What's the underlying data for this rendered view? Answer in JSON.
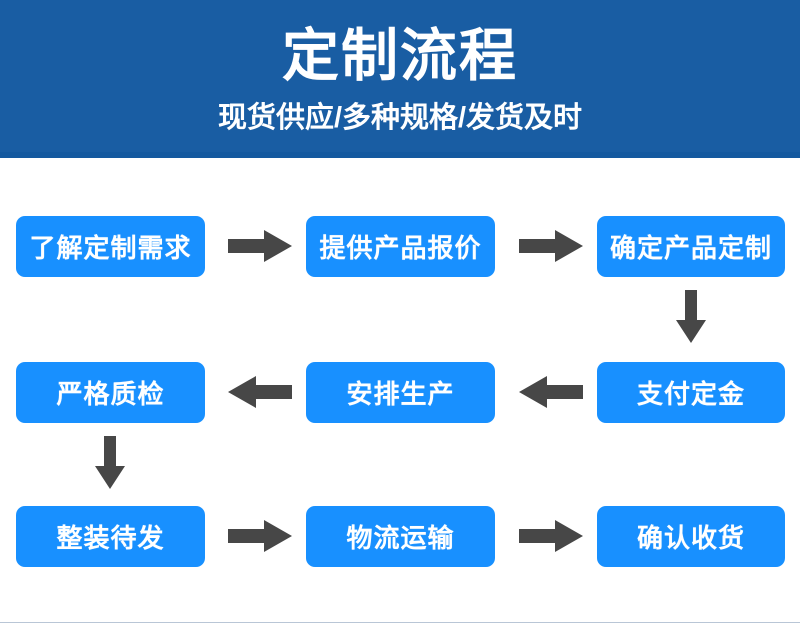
{
  "banner": {
    "title": "定制流程",
    "subtitle": "现货供应/多种规格/发货及时",
    "background_color": "#195da3",
    "text_color": "#ffffff"
  },
  "flow": {
    "node_color": "#1890ff",
    "node_text_color": "#ffffff",
    "arrow_color": "#474747",
    "rows": [
      {
        "direction": "right",
        "nodes": [
          {
            "label": "了解定制需求"
          },
          {
            "label": "提供产品报价"
          },
          {
            "label": "确定产品定制"
          }
        ],
        "connectors": [
          {
            "icon": "arrow-right-icon"
          },
          {
            "icon": "arrow-right-icon"
          }
        ]
      },
      {
        "direction": "left",
        "nodes": [
          {
            "label": "严格质检"
          },
          {
            "label": "安排生产"
          },
          {
            "label": "支付定金"
          }
        ],
        "connectors": [
          {
            "icon": "arrow-left-icon"
          },
          {
            "icon": "arrow-left-icon"
          }
        ]
      },
      {
        "direction": "right",
        "nodes": [
          {
            "label": "整装待发"
          },
          {
            "label": "物流运输"
          },
          {
            "label": "确认收货"
          }
        ],
        "connectors": [
          {
            "icon": "arrow-right-icon"
          },
          {
            "icon": "arrow-right-icon"
          }
        ]
      }
    ],
    "vertical_connectors": [
      {
        "icon": "arrow-down-icon",
        "from": "确定产品定制",
        "to": "支付定金"
      },
      {
        "icon": "arrow-down-icon",
        "from": "严格质检",
        "to": "整装待发"
      }
    ]
  }
}
